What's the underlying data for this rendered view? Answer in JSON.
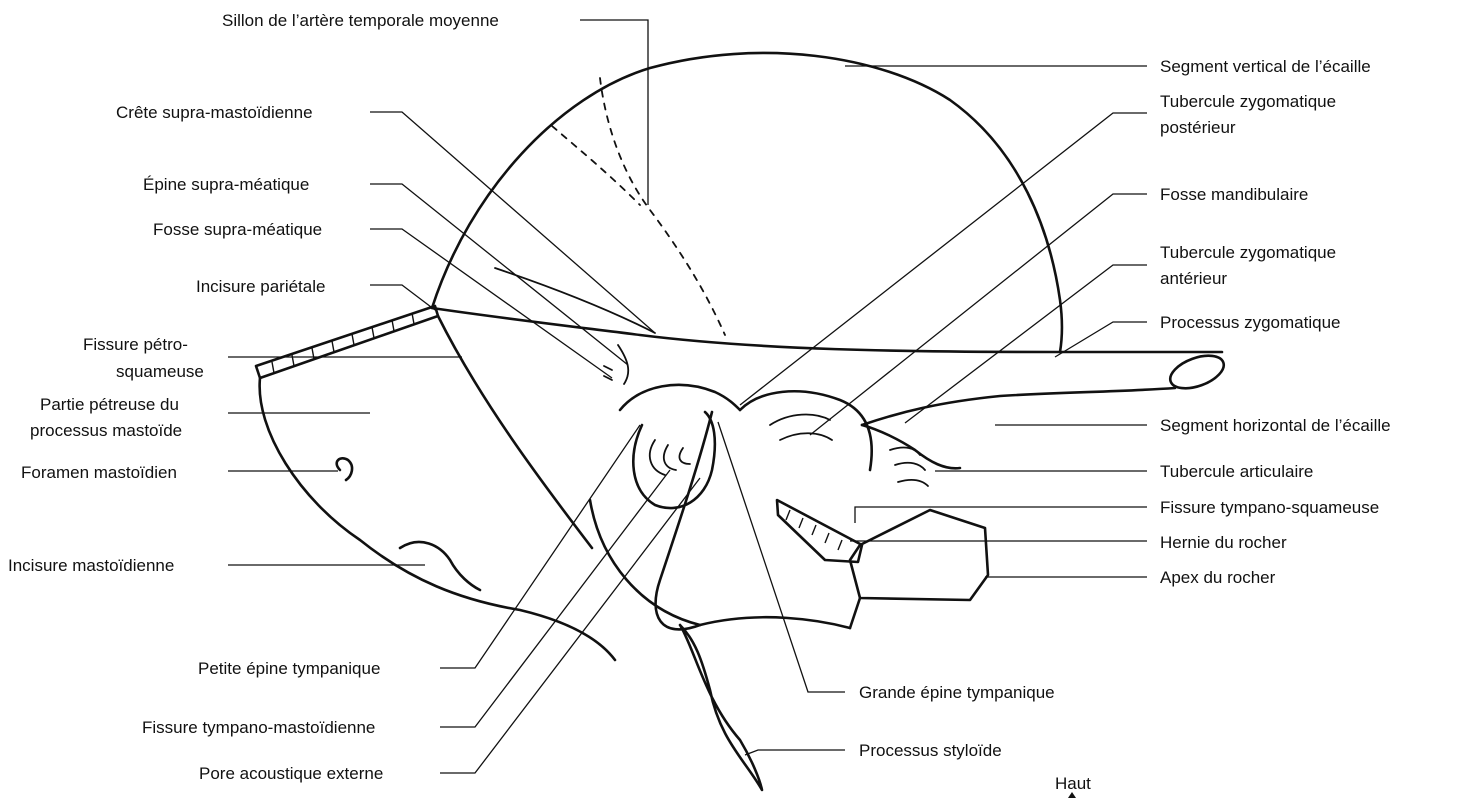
{
  "labels": {
    "sillon": "Sillon de l’artère temporale moyenne",
    "crete": "Crête supra-mastoïdienne",
    "epine_supra": "Épine supra-méatique",
    "fosse_supra": "Fosse supra-méatique",
    "incisure_parietale": "Incisure pariétale",
    "fissure_petro_1": "Fissure pétro-",
    "fissure_petro_2": "squameuse",
    "partie_petreuse_1": "Partie pétreuse du",
    "partie_petreuse_2": "processus mastoïde",
    "foramen": "Foramen mastoïdien",
    "incisure_mastoidienne": "Incisure mastoïdienne",
    "petite_epine": "Petite épine tympanique",
    "fissure_tympano_mast": "Fissure tympano-mastoïdienne",
    "pore": "Pore acoustique externe",
    "segment_vertical": "Segment vertical de l’écaille",
    "tubercule_post_1": "Tubercule zygomatique",
    "tubercule_post_2": "postérieur",
    "fosse_mandibulaire": "Fosse mandibulaire",
    "tubercule_ant_1": "Tubercule zygomatique",
    "tubercule_ant_2": "antérieur",
    "processus_zygomatique": "Processus zygomatique",
    "segment_horizontal": "Segment horizontal de l’écaille",
    "tubercule_articulaire": "Tubercule articulaire",
    "fissure_tympano_squam": "Fissure tympano-squameuse",
    "hernie": "Hernie du rocher",
    "apex": "Apex du rocher",
    "grande_epine": "Grande épine tympanique",
    "styloide": "Processus styloïde",
    "haut": "Haut"
  }
}
